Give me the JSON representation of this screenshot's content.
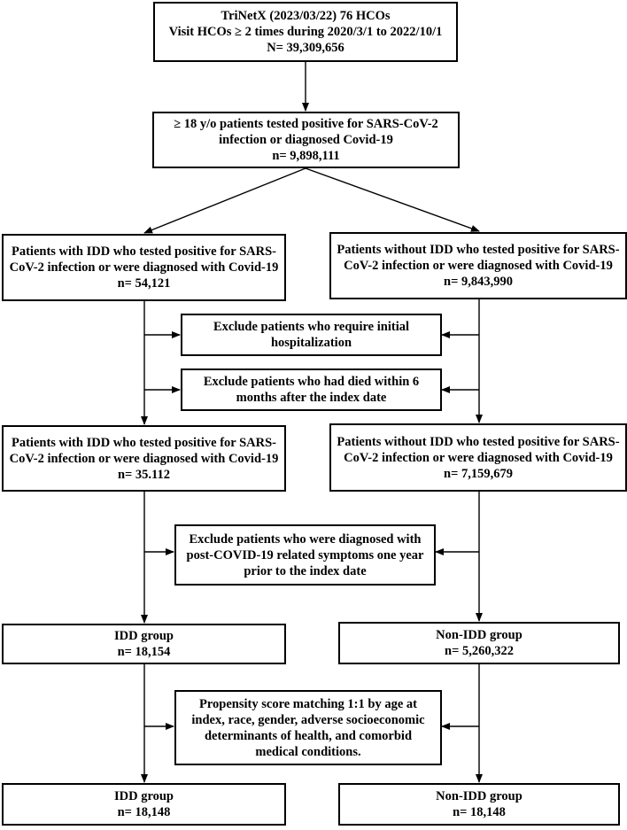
{
  "flowchart": {
    "source": {
      "line1": "TriNetX (2023/03/22) 76 HCOs",
      "line2": "Visit HCOs ≥ 2 times during 2020/3/1 to 2022/10/1",
      "line3": "N= 39,309,656"
    },
    "adults": {
      "line1": "≥ 18 y/o patients tested positive for SARS-CoV-2",
      "line2": "infection or diagnosed Covid-19",
      "line3": "n= 9,898,111"
    },
    "idd_initial": {
      "line1": "Patients with IDD who tested positive for SARS-",
      "line2": "CoV-2 infection or were diagnosed with Covid-19",
      "line3": "n= 54,121"
    },
    "non_idd_initial": {
      "line1": "Patients without IDD who tested positive for SARS-",
      "line2": "CoV-2 infection or were diagnosed with Covid-19",
      "line3": "n= 9,843,990"
    },
    "exclude_hospitalization": {
      "line1": "Exclude patients who require initial",
      "line2": "hospitalization"
    },
    "exclude_died": {
      "line1": "Exclude patients who had died within 6",
      "line2": "months after the index date"
    },
    "idd_after_exclusion": {
      "line1": "Patients with IDD who tested positive for SARS-",
      "line2": "CoV-2 infection or were diagnosed with Covid-19",
      "line3": "n= 35.112"
    },
    "non_idd_after_exclusion": {
      "line1": "Patients without IDD who tested positive for SARS-",
      "line2": "CoV-2 infection or were diagnosed with Covid-19",
      "line3": "n= 7,159,679"
    },
    "exclude_post_covid": {
      "line1": "Exclude patients who were diagnosed with",
      "line2": "post-COVID-19 related symptoms one year",
      "line3": "prior to the index date"
    },
    "idd_group": {
      "line1": "IDD group",
      "line2": "n= 18,154"
    },
    "non_idd_group": {
      "line1": "Non-IDD group",
      "line2": "n= 5,260,322"
    },
    "propensity": {
      "line1": "Propensity score matching 1:1 by age at",
      "line2": "index, race, gender, adverse socioeconomic",
      "line3": "determinants of health, and comorbid",
      "line4": "medical conditions."
    },
    "idd_matched": {
      "line1": "IDD group",
      "line2": "n= 18,148"
    },
    "non_idd_matched": {
      "line1": "Non-IDD group",
      "line2": "n= 18,148"
    }
  }
}
